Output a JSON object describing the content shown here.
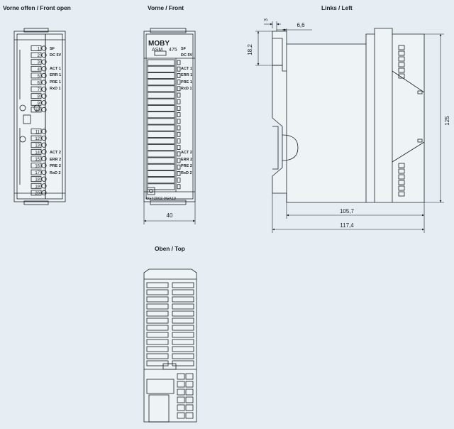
{
  "views": {
    "front_open": {
      "title": "Vorne offen / Front open"
    },
    "front": {
      "title": "Vorne / Front"
    },
    "left": {
      "title": "Links / Left"
    },
    "top": {
      "title": "Oben / Top"
    }
  },
  "module": {
    "brand": "MOBY",
    "model": "ASM",
    "model_number": "475",
    "order_number": "6GT2002-0GA10"
  },
  "led_labels_upper": [
    "SF",
    "DC 5V",
    "ACT 1",
    "ERR 1",
    "PRE 1",
    "RxD 1"
  ],
  "led_labels_lower": [
    "ACT 2",
    "ERR 2",
    "PRE 2",
    "RxD 2"
  ],
  "terminal_numbers_upper": [
    "1",
    "2",
    "3",
    "4",
    "5",
    "6",
    "7",
    "8",
    "9",
    "10"
  ],
  "terminal_numbers_lower": [
    "11",
    "12",
    "13",
    "14",
    "15",
    "16",
    "17",
    "18",
    "19",
    "20"
  ],
  "dimensions": {
    "front_width": "40",
    "top_offset": "3",
    "top_step": "6,6",
    "side_height_small": "18,2",
    "side_height": "125",
    "depth_inner": "105,7",
    "depth_total": "117,4"
  },
  "colors": {
    "background": "#e6eef3",
    "line": "#1a1f24"
  }
}
